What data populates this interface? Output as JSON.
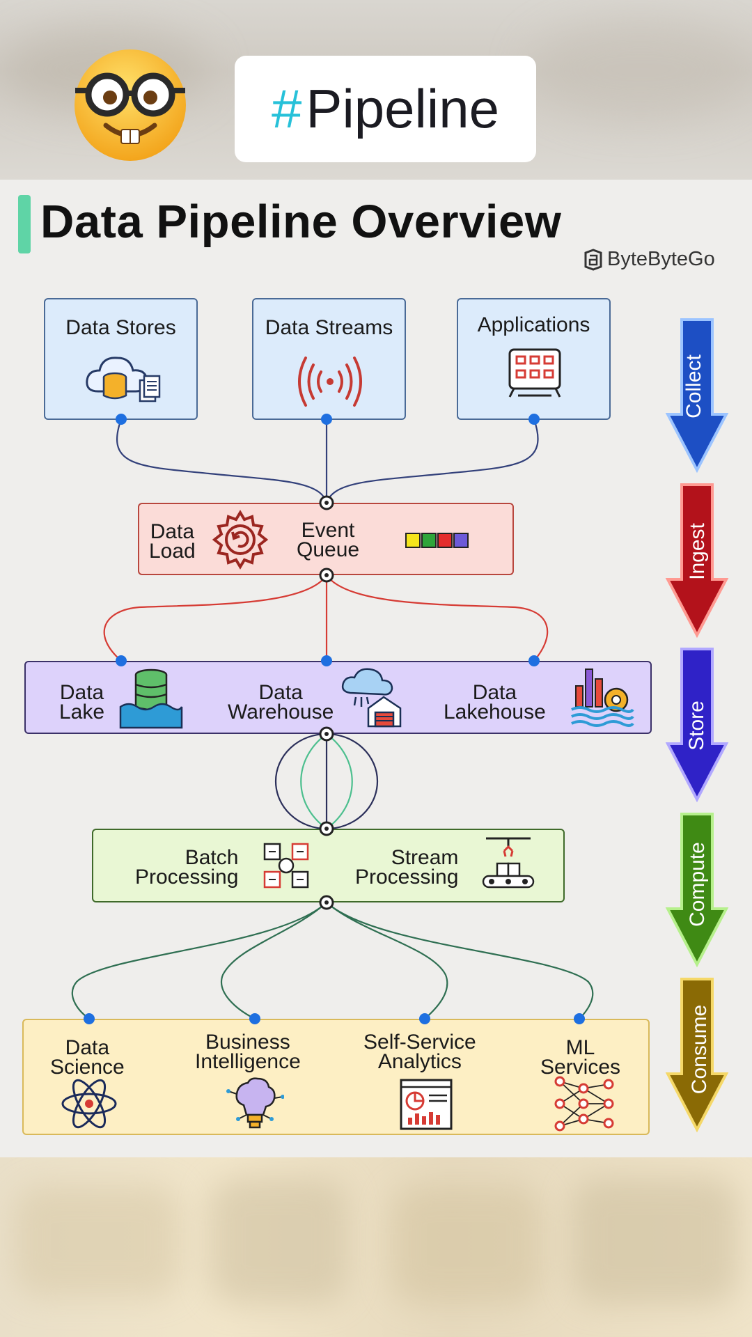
{
  "hashtag": {
    "symbol": "#",
    "text": "Pipeline"
  },
  "title": "Data Pipeline Overview",
  "brand": "ByteByteGo",
  "sources": [
    {
      "label": "Data Stores"
    },
    {
      "label": "Data Streams"
    },
    {
      "label": "Applications"
    }
  ],
  "ingest": {
    "data_load": [
      "Data",
      "Load"
    ],
    "event_queue": [
      "Event",
      "Queue"
    ]
  },
  "store": {
    "lake": [
      "Data",
      "Lake"
    ],
    "warehouse": [
      "Data",
      "Warehouse"
    ],
    "lakehouse": [
      "Data",
      "Lakehouse"
    ]
  },
  "compute": {
    "batch": [
      "Batch",
      "Processing"
    ],
    "stream": [
      "Stream",
      "Processing"
    ]
  },
  "consume": {
    "science": [
      "Data",
      "Science"
    ],
    "bi": [
      "Business",
      "Intelligence"
    ],
    "analytics": [
      "Self-Service",
      "Analytics"
    ],
    "ml": [
      "ML",
      "Services"
    ]
  },
  "stages": [
    {
      "label": "Collect",
      "color": "#1d4fc4"
    },
    {
      "label": "Ingest",
      "color": "#b3121b"
    },
    {
      "label": "Store",
      "color": "#2f22c7"
    },
    {
      "label": "Compute",
      "color": "#3f8a14"
    },
    {
      "label": "Consume",
      "color": "#8a6a05"
    }
  ]
}
